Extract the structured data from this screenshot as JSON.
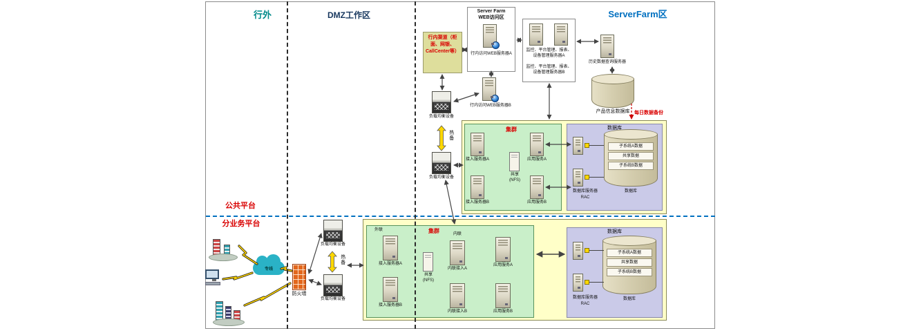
{
  "diagram": {
    "zones": {
      "outside": "行外",
      "dmz": "DMZ工作区",
      "serverfarm": "ServerFarm区"
    },
    "platforms": {
      "public": "公共平台",
      "branch": "分业务平台"
    },
    "channel": {
      "label": "行内渠道（柜面、网银、CallCenter等）"
    },
    "web_zone": {
      "title_line1": "Server Farm",
      "title_line2": "WEB访问区",
      "server_a": "行内访问WEB服务器A",
      "server_b": "行内访问WEB服务器B"
    },
    "mgmt": {
      "server_a": "监控、平台管理、报表、设备管理服务器A",
      "server_b": "监控、平台管理、报表、设备管理服务器B"
    },
    "history": {
      "server": "历史数据查询服务器",
      "product_db": "产品信息数据库",
      "daily_backup": "每日数据备份"
    },
    "dmz_devices": {
      "load_balancer": "负载均衡设备",
      "hot_standby": "热备"
    },
    "upper_cluster": {
      "title": "集群",
      "access_a": "接入服务器A",
      "access_b": "接入服务器B",
      "nfs_line1": "共享",
      "nfs_line2": "(NFS)",
      "app_a": "应用服务A",
      "app_b": "应用服务B"
    },
    "lower_cluster": {
      "title": "集群",
      "external": "外联",
      "internal": "内联",
      "access_a": "接入服务器A",
      "access_b": "接入服务器B",
      "nfs_line1": "共享",
      "nfs_line2": "(NFS)",
      "internal_a": "内联接入A",
      "internal_b": "内联接入B",
      "app_a": "应用服务A",
      "app_b": "应用服务B"
    },
    "database": {
      "title": "数据库",
      "rac_line1": "数据库服务器",
      "rac_line2": "RAC",
      "row_a": "子系统A数据",
      "row_shared": "共享数据",
      "row_b": "子系统B数据",
      "cylinder_label": "数据库"
    },
    "left_scene": {
      "leased_line": "专线",
      "firewall": "防火墙"
    },
    "colors": {
      "zone_outside": "#008a8a",
      "zone_dmz": "#17375e",
      "zone_serverfarm": "#0070c0",
      "platform_red": "#d90000",
      "cluster_yellow": "#ffffc8",
      "cluster_green": "#c9efc9",
      "db_purple": "#cacae8",
      "hot_yellow": "#ffd800"
    }
  }
}
